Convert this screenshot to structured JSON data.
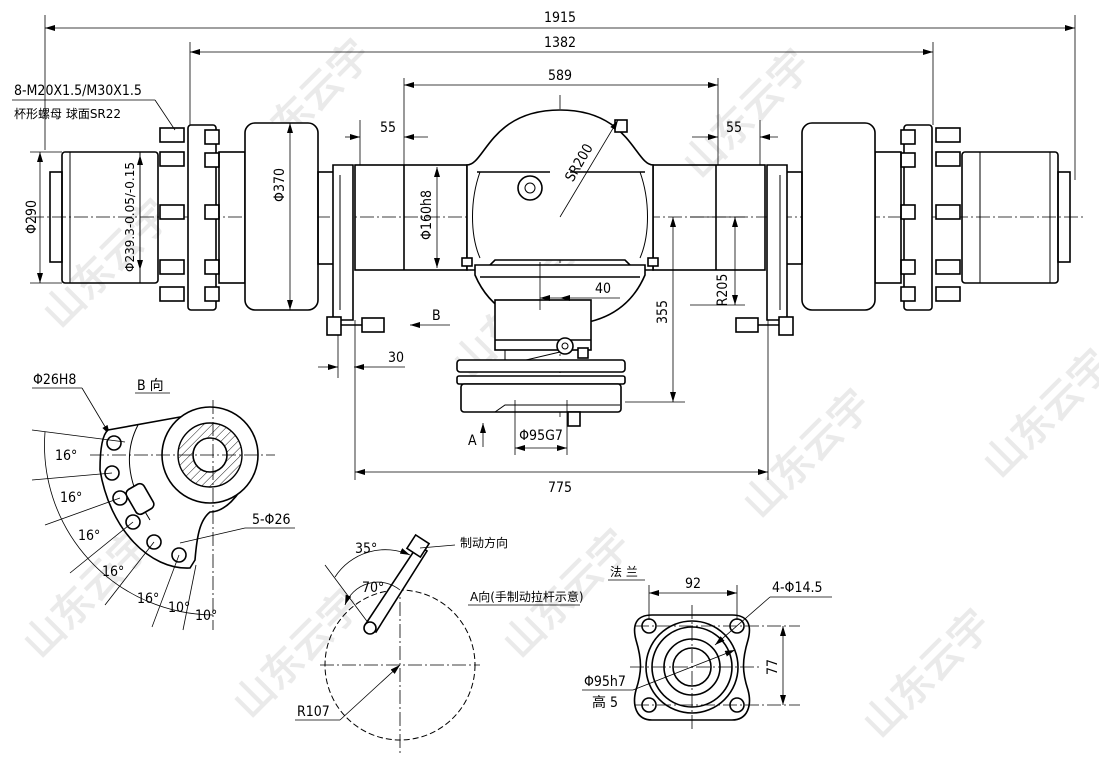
{
  "drawing": {
    "dimensions": {
      "overall": "1915",
      "flange_span": "1382",
      "housing": "589",
      "offset_left": "55",
      "offset_right": "55",
      "hub_dia": "Φ290",
      "bolt_circle": "Φ239.3-0.05/-0.15",
      "drum_dia": "Φ370",
      "tube_dia": "Φ160h8",
      "sphere": "SR200",
      "radius": "R205",
      "height": "355",
      "pinion_offset": "40",
      "lever_offset": "30",
      "pilot": "Φ95G7",
      "track": "775"
    },
    "notes": {
      "nut_spec": "8-M20X1.5/M30X1.5",
      "nut_desc": "杯形螺母  球面SR22",
      "view_b_arrow": "B",
      "view_a_arrow": "A"
    },
    "view_b": {
      "title": "B 向",
      "hole": "Φ26H8",
      "holes": "5-Φ26",
      "angles": [
        "16°",
        "16°",
        "16°",
        "16°",
        "16°",
        "10°",
        "10°"
      ]
    },
    "view_a": {
      "title": "A向(手制动拉杆示意)",
      "direction": "制动方向",
      "angle1": "35°",
      "angle2": "70°",
      "radius": "R107"
    },
    "flange": {
      "title": "法 兰",
      "width": "92",
      "holes": "4-Φ14.5",
      "height": "77",
      "pilot": "Φ95h7",
      "pilot_height": "高 5"
    },
    "watermark": "山东云宇"
  }
}
